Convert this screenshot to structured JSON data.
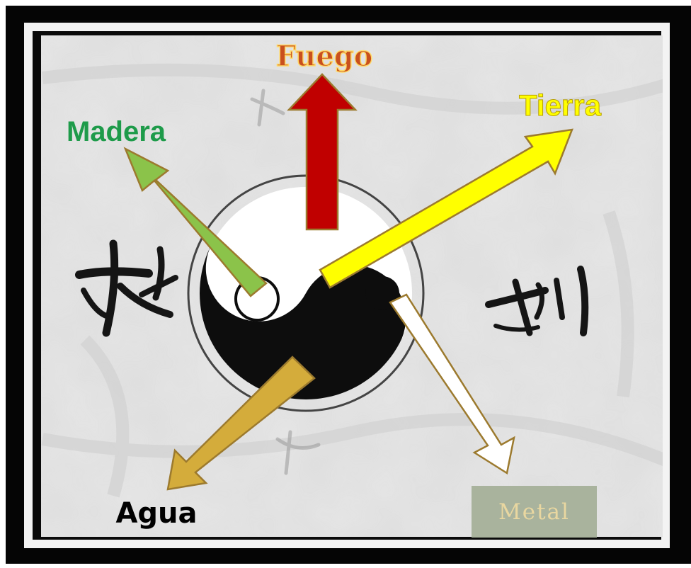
{
  "diagram": {
    "labels": {
      "fuego": "Fuego",
      "tierra": "Tierra",
      "madera": "Madera",
      "agua": "Agua",
      "metal": "Metal"
    },
    "colors": {
      "fuego": "#c9501e",
      "tierra": "#ffff00",
      "madera": "#1e9b4a",
      "agua": "#000000",
      "metal_text": "#e9d7a0",
      "metal_box": "#a9b39d",
      "arrow_fuego": "#c00000",
      "arrow_tierra": "#ffff00",
      "arrow_madera": "#8bc34a",
      "arrow_agua": "#d4ac3b",
      "arrow_metal": "#ffffff",
      "arrow_stroke": "#9c7a2e"
    }
  }
}
